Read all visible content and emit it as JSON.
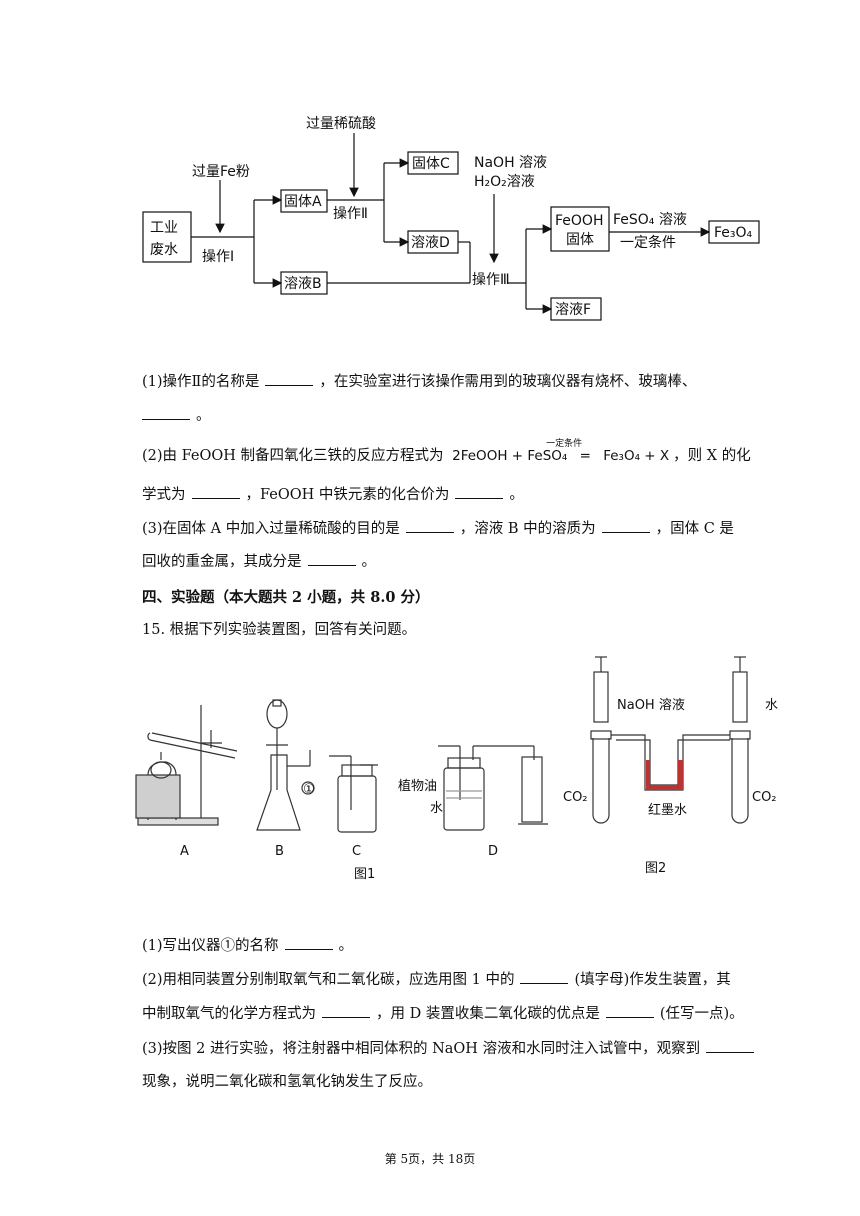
{
  "flowchart": {
    "start": "工业\n废水",
    "reagent1": "过量Fe粉",
    "op1": "操作Ⅰ",
    "solidA": "固体A",
    "solutionB": "溶液B",
    "reagent2": "过量稀硫酸",
    "op2": "操作Ⅱ",
    "solidC": "固体C",
    "solutionD": "溶液D",
    "reagent3_line1": "NaOH 溶液",
    "reagent3_line2": "H₂O₂溶液",
    "op3": "操作Ⅲ",
    "feooh": "FeOOH\n固体",
    "reagent4_line1": "FeSO₄ 溶液",
    "reagent4_line2": "一定条件",
    "fe3o4": "Fe₃O₄",
    "solutionF": "溶液F"
  },
  "q14": {
    "p1_a": "(1)操作Ⅱ的名称是",
    "p1_b": "，在实验室进行该操作需用到的玻璃仪器有烧杯、玻璃棒、",
    "p1_c": "。",
    "p2_a": "(2)由 FeOOH 制备四氧化三铁的反应方程式为",
    "eq_left": "2FeOOH + FeSO₄",
    "eq_cond": "一定条件",
    "eq_sign": "=",
    "eq_right": "Fe₃O₄ + X",
    "p2_b": "，则 X 的化",
    "p2_c": "学式为",
    "p2_d": "，FeOOH 中铁元素的化合价为",
    "p2_e": "。",
    "p3_a": "(3)在固体 A 中加入过量稀硫酸的目的是",
    "p3_b": "，溶液 B 中的溶质为",
    "p3_c": "，固体 C 是",
    "p3_d": "回收的重金属，其成分是",
    "p3_e": "。"
  },
  "section4": "四、实验题（本大题共 2 小题，共 8.0 分）",
  "q15": {
    "stem": "15.   根据下列实验装置图，回答有关问题。",
    "labels": {
      "A": "A",
      "B": "B",
      "C": "C",
      "D": "D",
      "circle1": "①",
      "oil": "植物油",
      "water_d": "水",
      "fig1": "图1",
      "fig2": "图2",
      "naoh": "NaOH 溶液",
      "water2": "水",
      "co2_left": "CO₂",
      "co2_right": "CO₂",
      "ink": "红墨水"
    },
    "p1_a": "(1)写出仪器①的名称",
    "p1_b": "。",
    "p2_a": "(2)用相同装置分别制取氧气和二氧化碳，应选用图 1 中的",
    "p2_b": "(填字母)作发生装置，其",
    "p2_c": "中制取氧气的化学方程式为",
    "p2_d": "，用 D 装置收集二氧化碳的优点是",
    "p2_e": "(任写一点)。",
    "p3_a": "(3)按图 2 进行实验，将注射器中相同体积的 NaOH 溶液和水同时注入试管中，观察到",
    "p3_b": "现象，说明二氧化碳和氢氧化钠发生了反应。"
  },
  "footer": "第 5页，共 18页"
}
